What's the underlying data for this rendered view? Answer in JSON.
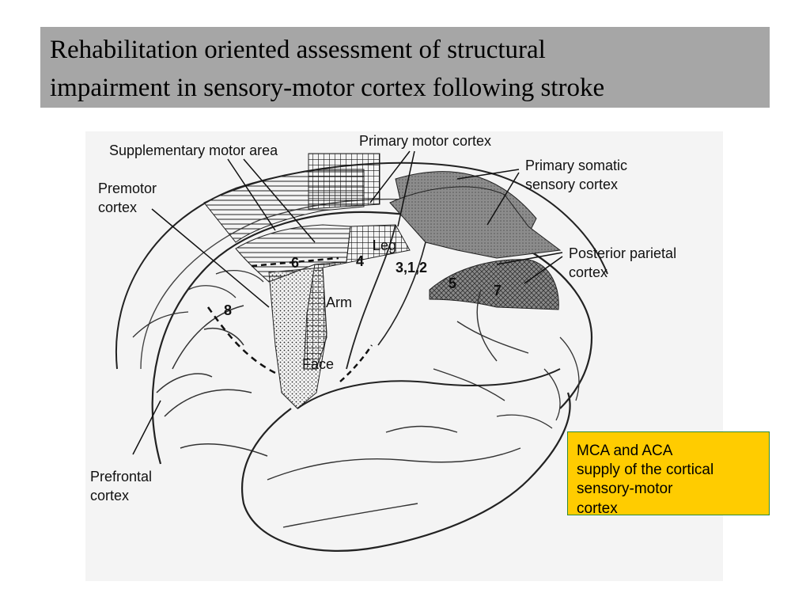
{
  "slide": {
    "title_lines": [
      "Rehabilitation oriented assessment of structural",
      "impairment in sensory-motor cortex following stroke"
    ]
  },
  "diagram": {
    "labels": {
      "supplementary_motor_area": "Supplementary motor area",
      "primary_motor_cortex": "Primary motor cortex",
      "primary_somatic_line1": "Primary somatic",
      "primary_somatic_line2": "sensory cortex",
      "premotor_line1": "Premotor",
      "premotor_line2": "cortex",
      "posterior_parietal_line1": "Posterior parietal",
      "posterior_parietal_line2": "cortex",
      "prefrontal_line1": "Prefrontal",
      "prefrontal_line2": "cortex",
      "leg": "Leg",
      "arm": "Arm",
      "face": "Face"
    },
    "area_numbers": {
      "area_6": "6",
      "area_4": "4",
      "area_312": "3,1,2",
      "area_5": "5",
      "area_7": "7",
      "area_8": "8"
    }
  },
  "note": {
    "lines": [
      "MCA and ACA",
      "supply of the cortical",
      "sensory-motor",
      "cortex"
    ],
    "background_color": "#ffcc00",
    "border_color": "#2e8b3a"
  }
}
